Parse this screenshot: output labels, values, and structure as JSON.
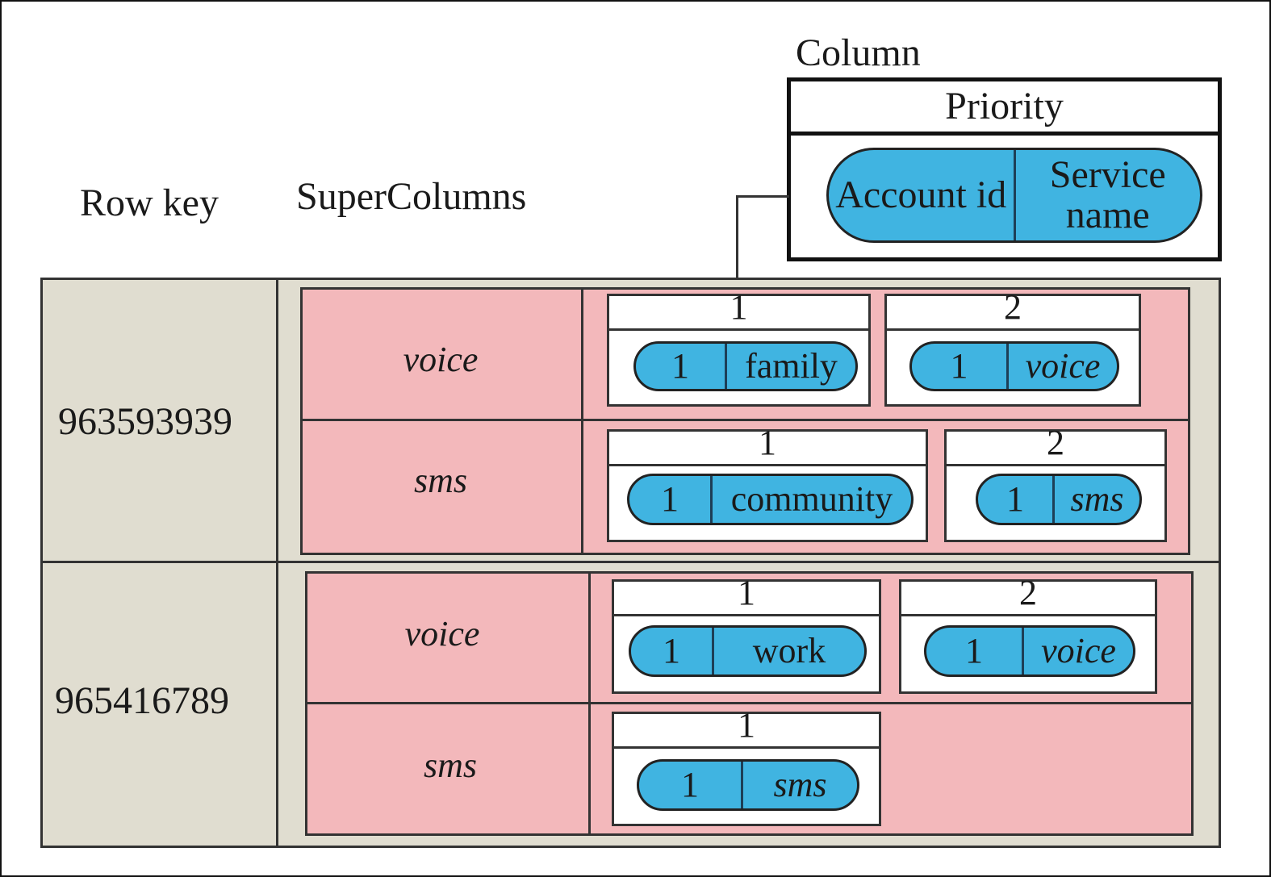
{
  "labels": {
    "row_key": "Row key",
    "super_columns": "SuperColumns",
    "column": "Column"
  },
  "legend": {
    "title": "Priority",
    "left": "Account id",
    "right": "Service name"
  },
  "rows": [
    {
      "key": "963593939",
      "supercolumns": [
        {
          "name": "voice",
          "columns": [
            {
              "num": "1",
              "id": "1",
              "service": "family"
            },
            {
              "num": "2",
              "id": "1",
              "service": "voice"
            }
          ]
        },
        {
          "name": "sms",
          "columns": [
            {
              "num": "1",
              "id": "1",
              "service": "community"
            },
            {
              "num": "2",
              "id": "1",
              "service": "sms"
            }
          ]
        }
      ]
    },
    {
      "key": "965416789",
      "supercolumns": [
        {
          "name": "voice",
          "columns": [
            {
              "num": "1",
              "id": "1",
              "service": "work"
            },
            {
              "num": "2",
              "id": "1",
              "service": "voice"
            }
          ]
        },
        {
          "name": "sms",
          "columns": [
            {
              "num": "1",
              "id": "1",
              "service": "sms"
            }
          ]
        }
      ]
    }
  ],
  "colors": {
    "rowkey_bg": "#e0ddd0",
    "supercolumn_bg": "#f3b8bb",
    "pill_bg": "#40b4e1"
  }
}
